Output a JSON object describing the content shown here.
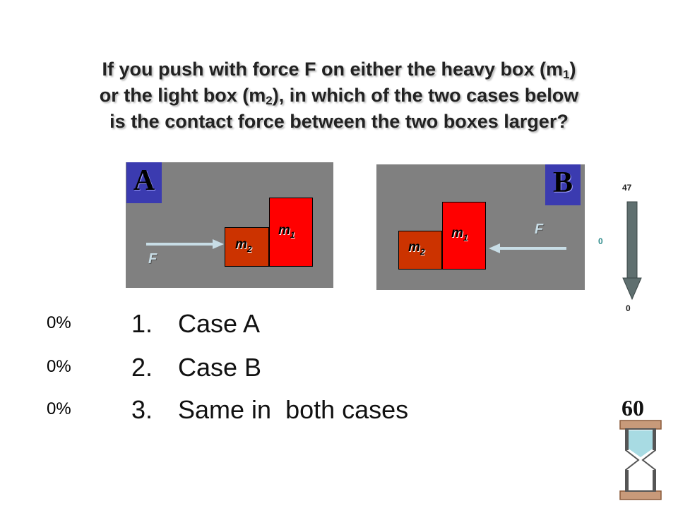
{
  "question": {
    "line1_pre": "If you push with force F on either the heavy box (m",
    "line1_sub": "1",
    "line1_post": ")",
    "line2_pre": "or the light box (m",
    "line2_sub": "2",
    "line2_post": "), in which of the two cases below",
    "line3": "is the contact force between the two boxes larger?"
  },
  "diagram_a": {
    "letter": "A",
    "m1_label": "m",
    "m1_sub": "1",
    "m2_label": "m",
    "m2_sub": "2",
    "force_label": "F"
  },
  "diagram_b": {
    "letter": "B",
    "m1_label": "m",
    "m1_sub": "1",
    "m2_label": "m",
    "m2_sub": "2",
    "force_label": "F"
  },
  "gauge": {
    "top_value": "47",
    "mid_value": "0",
    "bottom_value": "0"
  },
  "answers": [
    {
      "number": "1.",
      "label": "Case A",
      "percent": "0%"
    },
    {
      "number": "2.",
      "label": "Case B",
      "percent": "0%"
    },
    {
      "number": "3.",
      "label": "Same in  both cases",
      "percent": "0%"
    }
  ],
  "timer": {
    "value": "60"
  },
  "colors": {
    "panel": "#808080",
    "letter_bg": "#3b3bb0",
    "m1": "#ff0000",
    "m2": "#cc3300",
    "arrow": "#c8dde6",
    "gauge_mid": "#2e8b8b"
  }
}
